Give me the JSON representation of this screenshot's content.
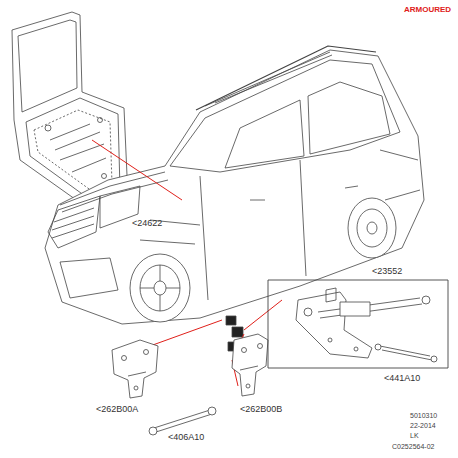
{
  "diagram": {
    "labels": [
      "ARMOURED",
      "<24622",
      "<23552",
      "<441A10",
      "<262B00A",
      "<262B00B",
      "<406A10",
      "5010310",
      "22-2014",
      "LK",
      "C0252564-02"
    ]
  }
}
